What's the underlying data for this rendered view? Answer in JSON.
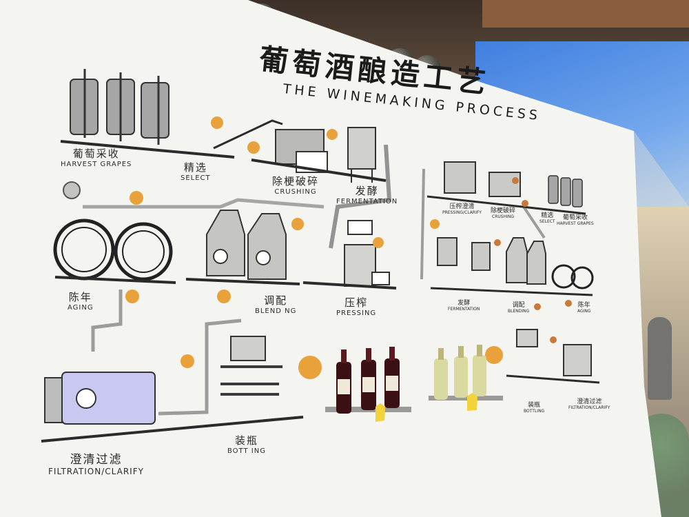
{
  "title": {
    "cn": "葡萄酒酿造工艺",
    "en": "THE WINEMAKING PROCESS"
  },
  "left_process": [
    {
      "id": "harvest",
      "cn": "葡萄采收",
      "en": "HARVEST GRAPES"
    },
    {
      "id": "select",
      "cn": "精选",
      "en": "SELECT"
    },
    {
      "id": "crushing",
      "cn": "除梗破碎",
      "en": "CRUSHING"
    },
    {
      "id": "fermentation",
      "cn": "发酵",
      "en": "FERMENTATION"
    },
    {
      "id": "aging",
      "cn": "陈年",
      "en": "AGING"
    },
    {
      "id": "blending",
      "cn": "调配",
      "en": "BLEND NG"
    },
    {
      "id": "pressing",
      "cn": "压榨",
      "en": "PRESSING"
    },
    {
      "id": "filtration",
      "cn": "澄清过滤",
      "en": "FILTRATION/CLARIFY"
    },
    {
      "id": "bottling",
      "cn": "装瓶",
      "en": "BOTT ING"
    }
  ],
  "right_process": [
    {
      "id": "r-pressing",
      "cn": "压榨澄清",
      "en": "PRESSING/CLARIFY"
    },
    {
      "id": "r-crushing",
      "cn": "除梗破碎",
      "en": "CRUSHING"
    },
    {
      "id": "r-select",
      "cn": "精选",
      "en": "SELECT"
    },
    {
      "id": "r-harvest",
      "cn": "葡萄采收",
      "en": "HARVEST GRAPES"
    },
    {
      "id": "r-fermentation",
      "cn": "发酵",
      "en": "FERMENTATION"
    },
    {
      "id": "r-blending",
      "cn": "调配",
      "en": "BLENDING"
    },
    {
      "id": "r-aging",
      "cn": "陈年",
      "en": "AGING"
    },
    {
      "id": "r-bottling",
      "cn": "装瓶",
      "en": "BOTTLING"
    },
    {
      "id": "r-filtration",
      "cn": "澄清过滤",
      "en": "FILTRATION/CLARIFY"
    }
  ],
  "colors": {
    "wall": "#f4f4f1",
    "line": "#2b2b2b",
    "accent": "#e9a23b",
    "grey": "#9c9c9c"
  },
  "icons": [
    "grape-vine-icon",
    "arrow-circle-icon",
    "tank-icon",
    "barrel-icon",
    "press-icon",
    "bottle-icon",
    "filter-machine-icon",
    "bottling-line-icon"
  ]
}
